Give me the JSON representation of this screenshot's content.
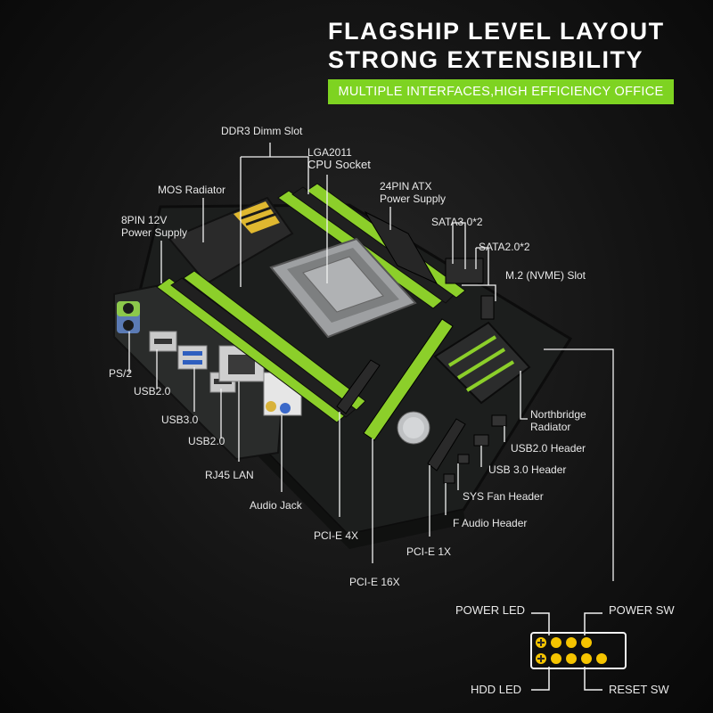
{
  "header": {
    "line1": "FLAGSHIP LEVEL LAYOUT",
    "line2": "STRONG  EXTENSIBILITY",
    "banner": "MULTIPLE INTERFACES,HIGH EFFICIENCY OFFICE"
  },
  "labels": {
    "ddr3": "DDR3 Dimm Slot",
    "lga_line1": "LGA2011",
    "lga_line2": "CPU Socket",
    "atx_line1": "24PIN ATX",
    "atx_line2": "Power Supply",
    "mos": "MOS Radiator",
    "pin8_line1": "8PIN 12V",
    "pin8_line2": "Power Supply",
    "sata3": "SATA3.0*2",
    "sata2": "SATA2.0*2",
    "m2": "M.2 (NVME) Slot",
    "ps2": "PS/2",
    "usb2_a": "USB2.0",
    "usb3": "USB3.0",
    "usb2_b": "USB2.0",
    "rj45": "RJ45 LAN",
    "audio": "Audio Jack",
    "pcie4": "PCI-E 4X",
    "pcie1": "PCI-E 1X",
    "pcie16": "PCI-E 16X",
    "nb_line1": "Northbridge",
    "nb_line2": "Radiator",
    "usb2_header": "USB2.0 Header",
    "usb3_header": "USB 3.0 Header",
    "fan": "SYS Fan Header",
    "faudio": "F Audio Header"
  },
  "panel": {
    "power_led": "POWER LED",
    "power_sw": "POWER SW",
    "hdd_led": "HDD LED",
    "reset_sw": "RESET SW"
  },
  "colors": {
    "accent": "#7ed321",
    "leader": "#f2f2f2",
    "pin": "#f5c400",
    "board": "#1b1d1c",
    "slot_green": "#8ccf2a"
  }
}
